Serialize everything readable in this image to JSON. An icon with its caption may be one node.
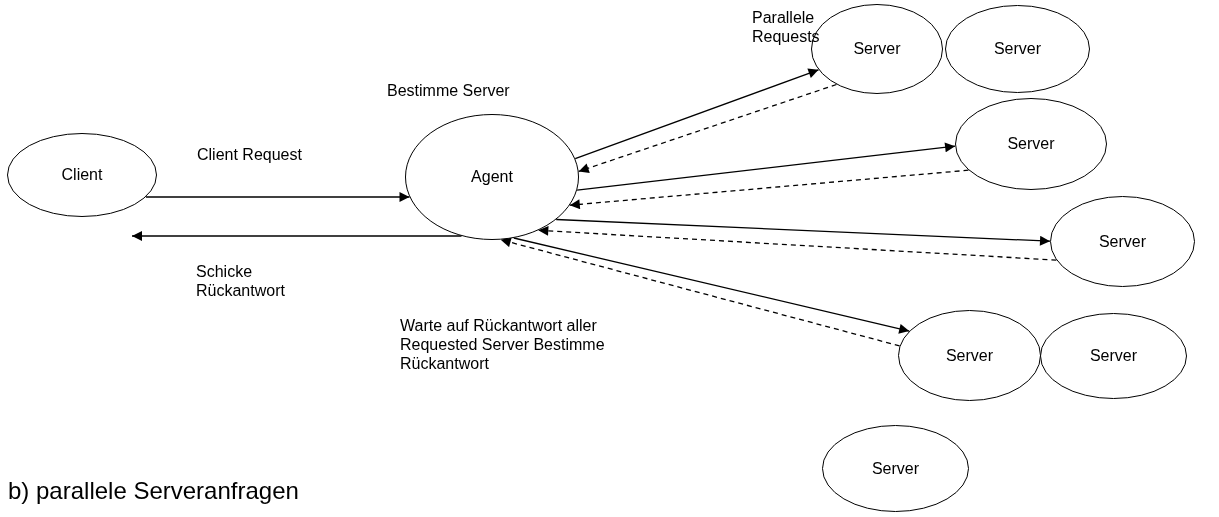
{
  "diagram": {
    "caption": "b) parallele Serveranfragen",
    "nodes": [
      {
        "text": [
          "Client"
        ]
      },
      {
        "text": [
          "Agent"
        ]
      },
      {
        "text": [
          "Server"
        ]
      },
      {
        "text": [
          "Server"
        ]
      },
      {
        "text": [
          "Server"
        ]
      },
      {
        "text": [
          "Server"
        ]
      },
      {
        "text": [
          "Server"
        ]
      },
      {
        "text": [
          "Server"
        ]
      },
      {
        "text": [
          "Server"
        ]
      }
    ],
    "edges": [
      {
        "from": 0,
        "to": 1,
        "arrow": "to"
      },
      {
        "from": 1,
        "to": 0,
        "arrow": "to"
      },
      {
        "from": 1,
        "to": 2,
        "arrow": "to"
      },
      {
        "from": 2,
        "to": 1,
        "arrow": "to",
        "style": "dashed"
      },
      {
        "from": 1,
        "to": 4,
        "arrow": "to"
      },
      {
        "from": 4,
        "to": 1,
        "arrow": "to",
        "style": "dashed"
      },
      {
        "from": 1,
        "to": 5,
        "arrow": "to"
      },
      {
        "from": 5,
        "to": 1,
        "arrow": "to",
        "style": "dashed"
      },
      {
        "from": 1,
        "to": 6,
        "arrow": "to"
      },
      {
        "from": 6,
        "to": 1,
        "arrow": "to",
        "style": "dashed"
      }
    ],
    "labels": [
      "Parallele Requests",
      "Bestimme Server",
      "Client Request",
      "Schicke Rückantwort",
      "Warte auf Rückantwort aller Requested Server Bestimme Rückantwort"
    ]
  }
}
